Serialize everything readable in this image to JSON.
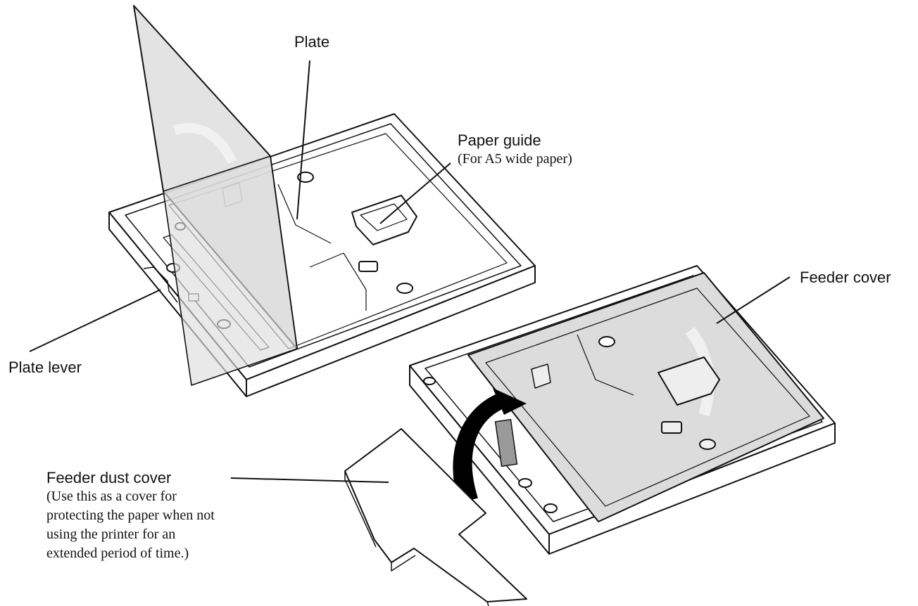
{
  "labels": {
    "plate": "Plate",
    "paper_guide": {
      "title": "Paper guide",
      "note": "(For A5 wide paper)"
    },
    "feeder_cover": "Feeder cover",
    "plate_lever": "Plate lever",
    "feeder_dust_cover": {
      "title": "Feeder dust cover",
      "note_lines": [
        "(Use this as a cover for",
        "protecting the paper when not",
        "using the printer for an",
        "extended period of time.)"
      ]
    }
  },
  "colors": {
    "line": "#111111",
    "plate_fill": "#d9d9d9",
    "cover_fill": "#dcdcdc",
    "tray_fill": "#ffffff",
    "arrow_fill": "#000000",
    "tab_fill": "#9a9a9a"
  }
}
